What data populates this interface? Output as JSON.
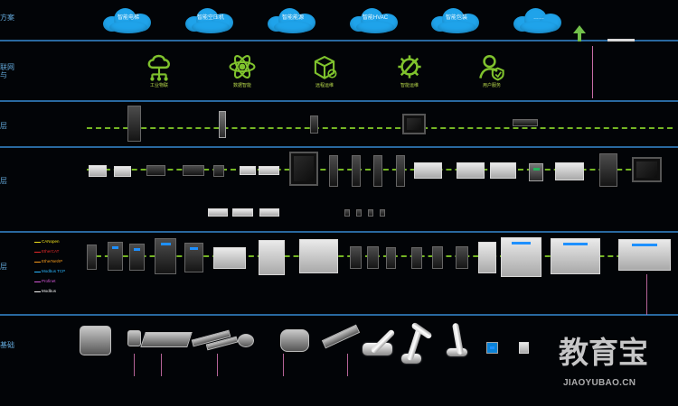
{
  "layers": [
    {
      "label": "方案"
    },
    {
      "label": "联网\n与"
    },
    {
      "label": "层"
    },
    {
      "label": "层"
    },
    {
      "label": "层"
    },
    {
      "label": "基础"
    }
  ],
  "clouds": [
    {
      "label": "智能电梯"
    },
    {
      "label": "智能空压机"
    },
    {
      "label": "智能能源"
    },
    {
      "label": "智能HVAC"
    },
    {
      "label": "智能包装"
    },
    {
      "label": "……"
    }
  ],
  "solutions": [
    {
      "label": "工业物联",
      "icon": "cloud-network-icon"
    },
    {
      "label": "数据智能",
      "icon": "atom-icon"
    },
    {
      "label": "远程运维",
      "icon": "cube-gear-icon"
    },
    {
      "label": "智能运维",
      "icon": "wrench-gear-icon"
    },
    {
      "label": "用户服务",
      "icon": "user-shield-icon"
    }
  ],
  "legend": [
    {
      "label": "CANopen",
      "color": "#f0e01b"
    },
    {
      "label": "EtherCAT",
      "color": "#e62a2a"
    },
    {
      "label": "EtherNet/IP",
      "color": "#f59a1c"
    },
    {
      "label": "Modbus TCP",
      "color": "#2bb7ff"
    },
    {
      "label": "Profinet",
      "color": "#d257d6"
    },
    {
      "label": "Modbus",
      "color": "#f4f4f4"
    }
  ],
  "watermark": {
    "main": "教育宝",
    "url": "JIAOYUBAO.CN"
  },
  "colors": {
    "background": "#020407",
    "layer_divider": "#2b6ea8",
    "network_line": "#75b624",
    "cloud": "#1fa3ea",
    "solution_icon": "#7fc22d"
  }
}
